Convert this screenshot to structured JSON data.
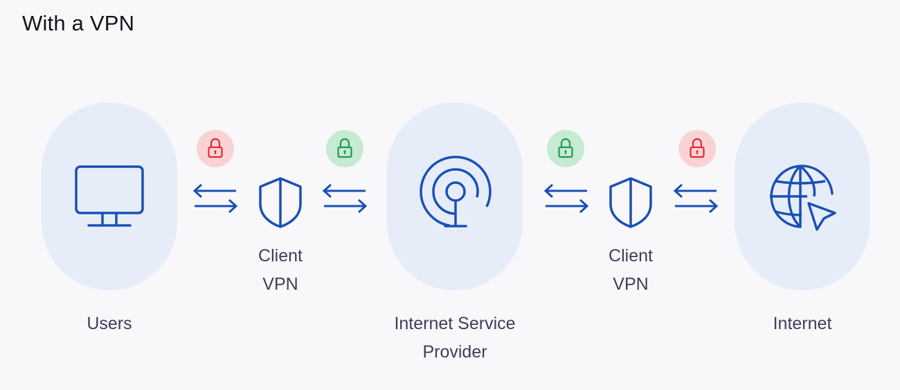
{
  "title": "With a VPN",
  "nodes": [
    {
      "label_lines": [
        "Users"
      ],
      "icon": "monitor-icon"
    },
    {
      "label_lines": [
        "Internet Service",
        "Provider"
      ],
      "icon": "broadcast-antenna-icon"
    },
    {
      "label_lines": [
        "Internet"
      ],
      "icon": "globe-cursor-icon"
    }
  ],
  "vpns": [
    {
      "label_lines": [
        "Client",
        "VPN"
      ],
      "icon": "shield-icon"
    },
    {
      "label_lines": [
        "Client",
        "VPN"
      ],
      "icon": "shield-icon"
    }
  ],
  "locks": [
    {
      "state": "unencrypted",
      "icon": "padlock-icon",
      "bg": "#f9d3d4",
      "fg": "#e02b35"
    },
    {
      "state": "encrypted",
      "icon": "padlock-icon",
      "bg": "#c6ead2",
      "fg": "#1f9a4c"
    },
    {
      "state": "encrypted",
      "icon": "padlock-icon",
      "bg": "#c6ead2",
      "fg": "#1f9a4c"
    },
    {
      "state": "unencrypted",
      "icon": "padlock-icon",
      "bg": "#f9d3d4",
      "fg": "#e02b35"
    }
  ],
  "colors": {
    "icon_stroke": "#1a4fb5",
    "node_bg": "#e6edf9",
    "text": "#3b3f58"
  }
}
